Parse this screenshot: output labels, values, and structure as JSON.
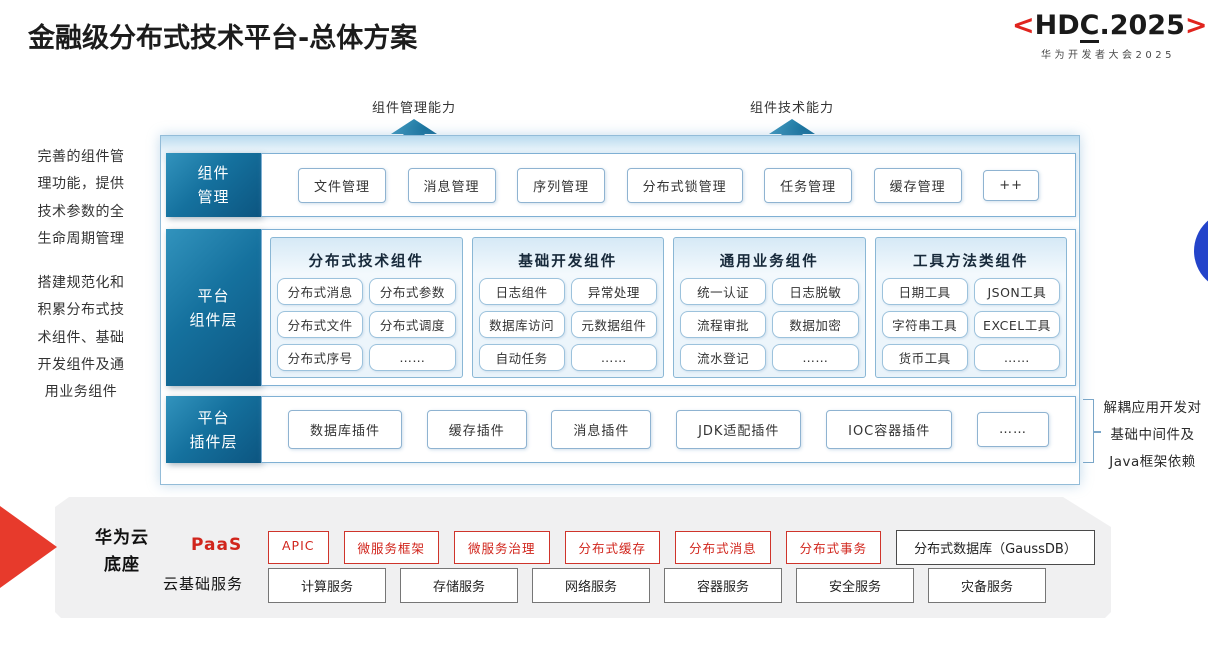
{
  "page": {
    "title": "金融级分布式技术平台-总体方案"
  },
  "logo": {
    "left_bracket": "<",
    "text_pre": "HD",
    "text_c": "C",
    "text_post": ".2025",
    "right_bracket": ">",
    "subtitle": "华为开发者大会2025"
  },
  "arrows": [
    {
      "label": "组件管理能力"
    },
    {
      "label": "组件技术能力"
    }
  ],
  "left_notes": [
    {
      "text": "完善的组件管\n理功能，提供\n技术参数的全\n生命周期管理"
    },
    {
      "text": "搭建规范化和\n积累分布式技\n术组件、基础\n开发组件及通\n用业务组件"
    }
  ],
  "right_note": {
    "text": "解耦应用开发对\n基础中间件及\nJava框架依赖"
  },
  "rows": {
    "management": {
      "label": "组件\n管理",
      "items": [
        "文件管理",
        "消息管理",
        "序列管理",
        "分布式锁管理",
        "任务管理",
        "缓存管理",
        "++"
      ]
    },
    "components": {
      "label": "平台\n组件层",
      "columns": [
        {
          "title": "分布式技术组件",
          "items": [
            "分布式消息",
            "分布式参数",
            "分布式文件",
            "分布式调度",
            "分布式序号",
            "……"
          ]
        },
        {
          "title": "基础开发组件",
          "items": [
            "日志组件",
            "异常处理",
            "数据库访问",
            "元数据组件",
            "自动任务",
            "……"
          ]
        },
        {
          "title": "通用业务组件",
          "items": [
            "统一认证",
            "日志脱敏",
            "流程审批",
            "数据加密",
            "流水登记",
            "……"
          ]
        },
        {
          "title": "工具方法类组件",
          "items": [
            "日期工具",
            "JSON工具",
            "字符串工具",
            "EXCEL工具",
            "货币工具",
            "……"
          ]
        }
      ]
    },
    "plugins": {
      "label": "平台\n插件层",
      "items": [
        "数据库插件",
        "缓存插件",
        "消息插件",
        "JDK适配插件",
        "IOC容器插件",
        "……"
      ]
    }
  },
  "foundation": {
    "label": "华为云\n底座",
    "paas": {
      "label": "PaaS",
      "items": [
        "APIC",
        "微服务框架",
        "微服务治理",
        "分布式缓存",
        "分布式消息",
        "分布式事务"
      ],
      "db_item": "分布式数据库（GaussDB）"
    },
    "iaas": {
      "label": "云基础服务",
      "items": [
        "计算服务",
        "存储服务",
        "网络服务",
        "容器服务",
        "安全服务",
        "灾备服务"
      ]
    }
  },
  "colors": {
    "accent_red": "#d1251c",
    "brand_bracket_red": "#e0241e",
    "teal_label_dark": "#0c5580",
    "teal_label_light": "#3293bd",
    "arrow_teal": "#17719c",
    "box_border_blue": "#8fb3d1",
    "edge_circle_blue": "#2444ca",
    "platform_gray": "#f0f0f1"
  }
}
